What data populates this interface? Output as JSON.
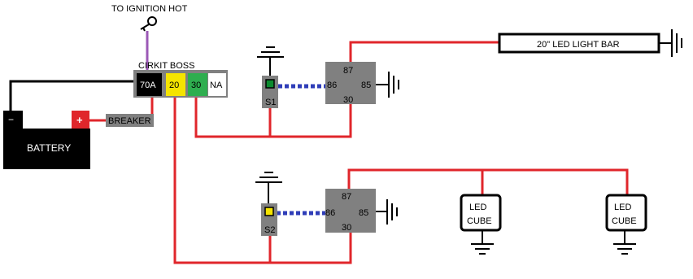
{
  "ignition_label": "TO IGNITION HOT",
  "fuse_block": {
    "title": "CIRKIT BOSS",
    "slots": [
      "70A",
      "20",
      "30",
      "NA"
    ]
  },
  "battery": {
    "label": "BATTERY",
    "negative": "−",
    "positive": "+"
  },
  "breaker_label": "BREAKER",
  "switches": [
    "S1",
    "S2"
  ],
  "relay_pins": {
    "p87": "87",
    "p86": "86",
    "p85": "85",
    "p30": "30"
  },
  "light_bar_label": "20\" LED LIGHT BAR",
  "led_cube": [
    "LED",
    "CUBE"
  ],
  "colors": {
    "wire_red": "#e0262b",
    "wire_black": "#000000",
    "wire_purple": "#9b59b6",
    "wire_blue": "#2f3db8",
    "component_gray": "#808080",
    "slot_black": "#000000",
    "slot_yellow": "#f5e400",
    "slot_green": "#2eae4f"
  }
}
